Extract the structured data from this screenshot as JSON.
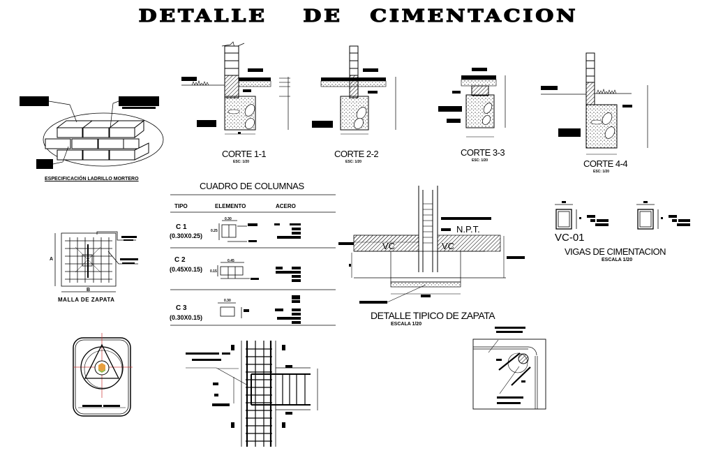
{
  "title": {
    "words": [
      "DETALLE",
      "DE",
      "CIMENTACION"
    ]
  },
  "brick": {
    "caption": "ESPECIFICACIÓN LADRILLO MORTERO"
  },
  "cortes": [
    {
      "label": "CORTE 1-1",
      "scale": "ESC: 1/20"
    },
    {
      "label": "CORTE 2-2",
      "scale": "ESC: 1/20"
    },
    {
      "label": "CORTE 3-3",
      "scale": "ESC: 1/20"
    },
    {
      "label": "CORTE 4-4",
      "scale": "ESC: 1/20"
    }
  ],
  "cuadro": {
    "title": "CUADRO DE COLUMNAS",
    "headers": [
      "TIPO",
      "ELEMENTO",
      "ACERO"
    ],
    "rows": [
      {
        "tipo": "C 1",
        "dims": "(0.30X0.25)",
        "w": "0.30",
        "h": "0.25"
      },
      {
        "tipo": "C 2",
        "dims": "(0.45X0.15)",
        "w": "0.45",
        "h": "0.15"
      },
      {
        "tipo": "C 3",
        "dims": "(0.30X0.15)",
        "w": "0.30",
        "h": "0.15"
      }
    ]
  },
  "zapata": {
    "title": "DETALLE TIPICO DE ZAPATA",
    "scale": "ESCALA 1/20",
    "npt": "N.P.T.",
    "vc": "VC"
  },
  "vigas": {
    "code": "VC-01",
    "title": "VIGAS DE CIMENTACION",
    "scale": "ESCALA 1/20"
  },
  "malla": {
    "caption": "MALLA DE ZAPATA",
    "dim_a": "A",
    "dim_b": "B"
  }
}
